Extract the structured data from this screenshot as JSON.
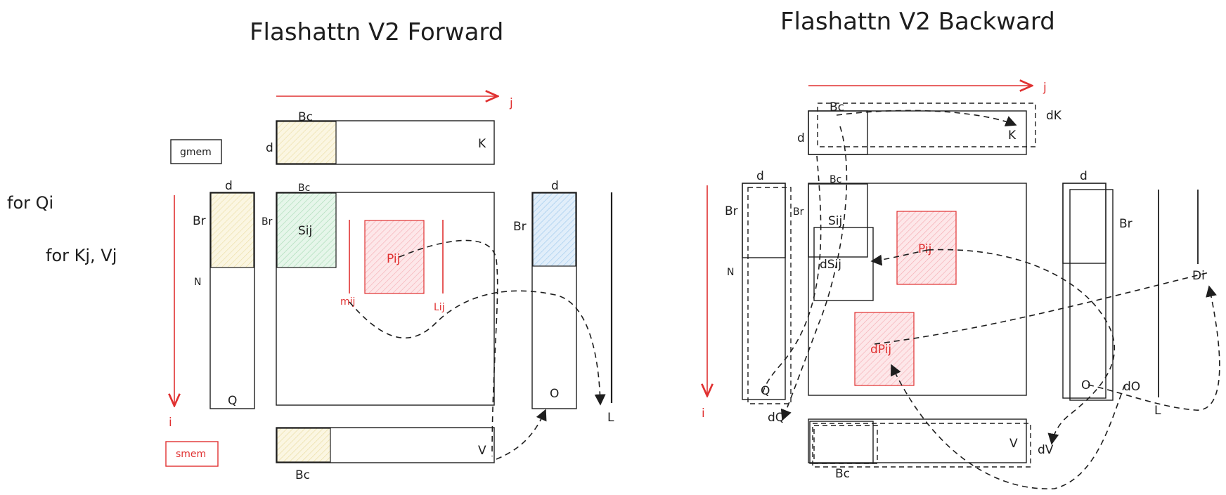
{
  "forward": {
    "title": "Flashattn V2 Forward",
    "loop_outer": "for Qi",
    "loop_inner": "for Kj, Vj",
    "legend_gmem": "gmem",
    "legend_smem": "smem",
    "axis_j": "j",
    "axis_i": "i",
    "k_label": "K",
    "k_block_top": "Bc",
    "k_block_side": "d",
    "q_label": "Q",
    "q_top": "d",
    "q_side": "Br",
    "q_n": "N",
    "s_top": "Bc",
    "s_side": "Br",
    "s_label": "Sij",
    "p_label": "Pij",
    "m_label": "mij",
    "l_ij_label": "Lij",
    "o_label": "O",
    "o_top": "d",
    "o_side": "Br",
    "l_label": "L",
    "v_label": "V",
    "v_bottom": "Bc"
  },
  "backward": {
    "title": "Flashattn V2 Backward",
    "axis_j": "j",
    "axis_i": "i",
    "k_label": "K",
    "dk_label": "dK",
    "k_top": "Bc",
    "k_side": "d",
    "q_top": "d",
    "q_side": "Br",
    "q_n": "N",
    "q_label": "Q",
    "dq_label": "dQ",
    "s_top": "Bc",
    "s_side": "Br",
    "s_label": "Sij",
    "ds_label": "dSij",
    "p_label": "Pij",
    "dp_label": "dPij",
    "o_top": "d",
    "o_side": "Br",
    "o_label": "O",
    "do_label": "dO",
    "l_label": "L",
    "d_label": "Di",
    "v_label": "V",
    "dv_label": "dV",
    "v_bottom": "Bc"
  },
  "colors": {
    "red": "#e03131",
    "yellow": "#f7eecb",
    "green": "#d3f0da",
    "pink": "#ffd5d8",
    "blue": "#cfe6f8"
  }
}
